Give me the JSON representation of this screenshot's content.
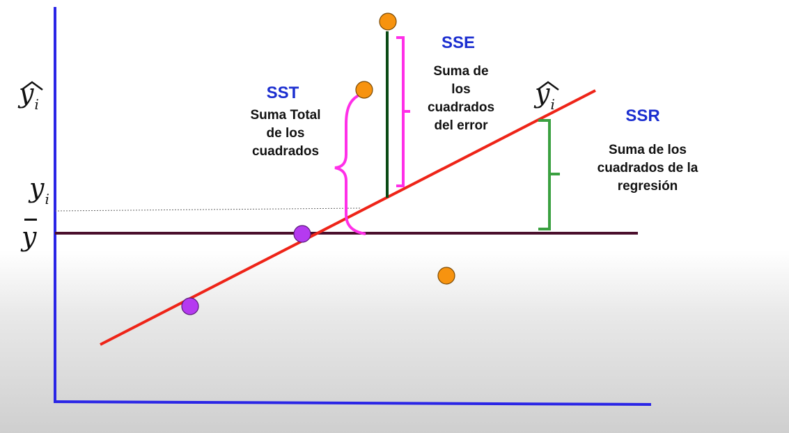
{
  "colors": {
    "axis": "#2a25e6",
    "regression_line": "#ee2418",
    "mean_line": "#4a0f2c",
    "sse_bar": "#0a4a14",
    "sst_brace": "#ff2fe8",
    "sse_bracket": "#ff2fe8",
    "ssr_bracket": "#3aa040",
    "observed_point": "#f7930f",
    "predicted_point": "#b53af0",
    "label_blue": "#1c2fd0"
  },
  "labels": {
    "sst": {
      "title": "SST",
      "lines": [
        "Suma Total",
        "de los",
        "cuadrados"
      ]
    },
    "sse": {
      "title": "SSE",
      "lines": [
        "Suma de",
        "los",
        "cuadrados",
        "del error"
      ]
    },
    "ssr": {
      "title": "SSR",
      "lines": [
        "Suma de los",
        "cuadrados de la",
        "regresión"
      ]
    }
  },
  "math_labels": {
    "yhat_axis": {
      "base": "y",
      "sub": "i"
    },
    "yi_axis": {
      "base": "y",
      "sub": "i"
    },
    "ybar_axis": {
      "base": "y"
    },
    "yhat_line": {
      "base": "y",
      "sub": "i"
    }
  }
}
